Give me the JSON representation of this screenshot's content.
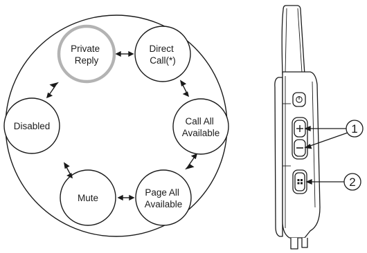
{
  "diagram": {
    "modes": [
      {
        "id": "private-reply",
        "lines": [
          "Private",
          "Reply"
        ],
        "highlighted": true
      },
      {
        "id": "direct-call",
        "lines": [
          "Direct",
          "Call(*)"
        ],
        "highlighted": false
      },
      {
        "id": "call-all-available",
        "lines": [
          "Call All",
          "Available"
        ],
        "highlighted": false
      },
      {
        "id": "page-all-available",
        "lines": [
          "Page All",
          "Available"
        ],
        "highlighted": false
      },
      {
        "id": "mute",
        "lines": [
          "Mute"
        ],
        "highlighted": false
      },
      {
        "id": "disabled",
        "lines": [
          "Disabled"
        ],
        "highlighted": false
      }
    ],
    "callouts": [
      {
        "id": "volume-buttons",
        "label": "1"
      },
      {
        "id": "menu-button",
        "label": "2"
      }
    ],
    "colors": {
      "stroke": "#1a1a1a",
      "highlight": "#b3b3b3",
      "device_fill": "#ffffff"
    },
    "icons": {
      "power_button": "power-icon",
      "volume_up": "plus-icon",
      "volume_down": "minus-icon",
      "menu_button": "grid-icon"
    }
  }
}
